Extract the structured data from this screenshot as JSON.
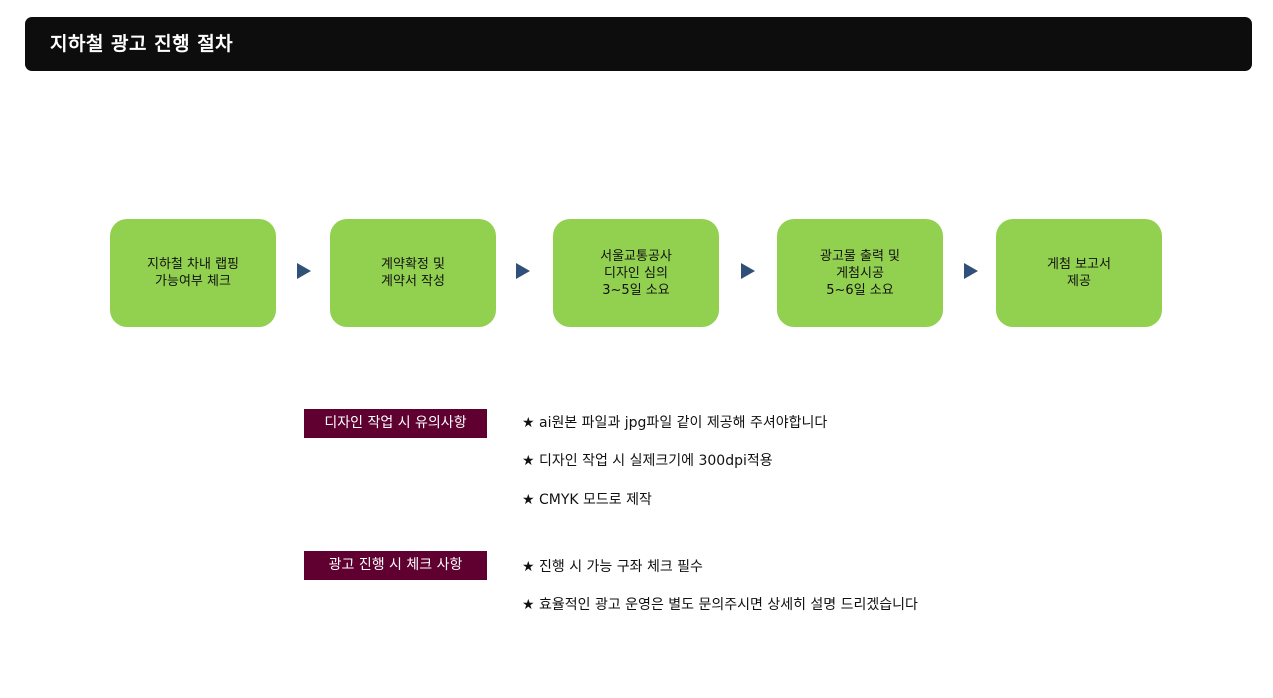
{
  "header": {
    "title": "지하철 광고 진행 절차"
  },
  "process": {
    "steps": [
      {
        "label": "지하철 차내 랩핑\n가능여부 체크"
      },
      {
        "label": "계약확정 및\n계약서 작성"
      },
      {
        "label": "서울교통공사\n디자인 심의\n3~5일 소요"
      },
      {
        "label": "광고물 출력 및\n게첨시공\n5~6일 소요"
      },
      {
        "label": "게첨 보고서\n제공"
      }
    ]
  },
  "sections": [
    {
      "tag": "디자인 작업 시 유의사항",
      "notes": [
        "★ ai원본 파일과 jpg파일 같이 제공해 주셔야합니다",
        "★ 디자인 작업 시 실제크기에 300dpi적용",
        "★ CMYK 모드로 제작"
      ]
    },
    {
      "tag": "광고 진행 시 체크 사항",
      "notes": [
        "★  진행 시 가능 구좌 체크 필수",
        "★  효율적인 광고 운영은 별도 문의주시면 상세히 설명 드리겠습니다"
      ]
    }
  ],
  "colors": {
    "title_bar": "#0d0d0d",
    "step_fill": "#92d050",
    "arrow": "#2f5179",
    "tag_fill": "#5f0031"
  }
}
